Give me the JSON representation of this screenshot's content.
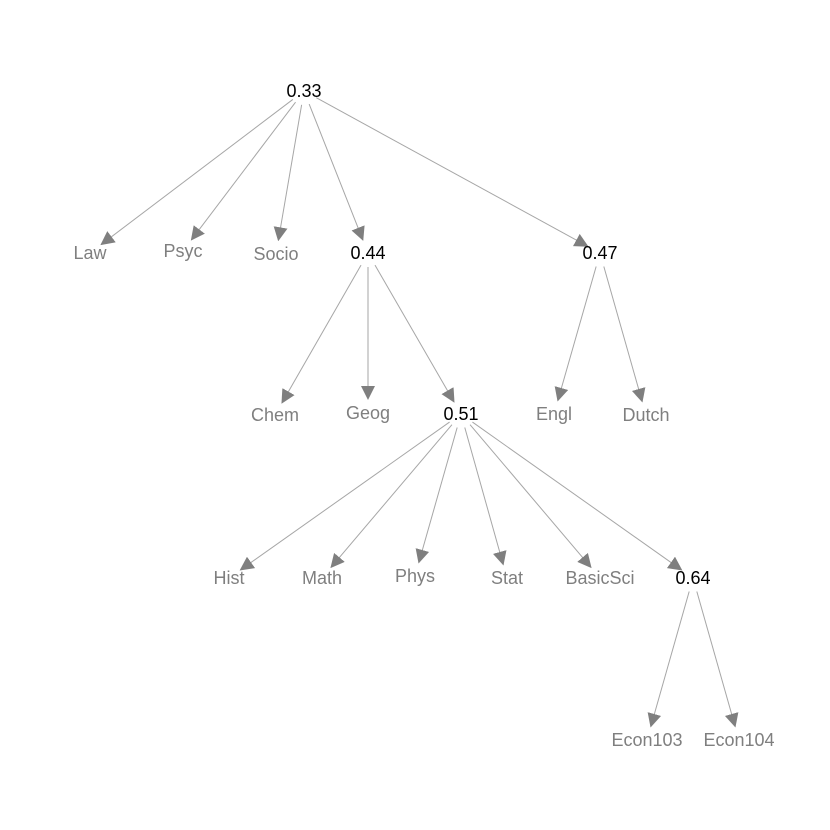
{
  "tree": {
    "edge_color": "#a6a6a6",
    "arrow_color": "#7f7f7f",
    "internal_label_color": "#000000",
    "leaf_label_color": "#7f7f7f",
    "nodes": [
      {
        "id": "n033",
        "label": "0.33",
        "kind": "internal"
      },
      {
        "id": "law",
        "label": "Law",
        "kind": "leaf"
      },
      {
        "id": "psyc",
        "label": "Psyc",
        "kind": "leaf"
      },
      {
        "id": "socio",
        "label": "Socio",
        "kind": "leaf"
      },
      {
        "id": "n044",
        "label": "0.44",
        "kind": "internal"
      },
      {
        "id": "n047",
        "label": "0.47",
        "kind": "internal"
      },
      {
        "id": "chem",
        "label": "Chem",
        "kind": "leaf"
      },
      {
        "id": "geog",
        "label": "Geog",
        "kind": "leaf"
      },
      {
        "id": "n051",
        "label": "0.51",
        "kind": "internal"
      },
      {
        "id": "engl",
        "label": "Engl",
        "kind": "leaf"
      },
      {
        "id": "dutch",
        "label": "Dutch",
        "kind": "leaf"
      },
      {
        "id": "hist",
        "label": "Hist",
        "kind": "leaf"
      },
      {
        "id": "math",
        "label": "Math",
        "kind": "leaf"
      },
      {
        "id": "phys",
        "label": "Phys",
        "kind": "leaf"
      },
      {
        "id": "stat",
        "label": "Stat",
        "kind": "leaf"
      },
      {
        "id": "basicsci",
        "label": "BasicSci",
        "kind": "leaf"
      },
      {
        "id": "n064",
        "label": "0.64",
        "kind": "internal"
      },
      {
        "id": "econ103",
        "label": "Econ103",
        "kind": "leaf"
      },
      {
        "id": "econ104",
        "label": "Econ104",
        "kind": "leaf"
      }
    ],
    "edges": [
      {
        "from": "n033",
        "to": "law"
      },
      {
        "from": "n033",
        "to": "psyc"
      },
      {
        "from": "n033",
        "to": "socio"
      },
      {
        "from": "n033",
        "to": "n044"
      },
      {
        "from": "n033",
        "to": "n047"
      },
      {
        "from": "n044",
        "to": "chem"
      },
      {
        "from": "n044",
        "to": "geog"
      },
      {
        "from": "n044",
        "to": "n051"
      },
      {
        "from": "n047",
        "to": "engl"
      },
      {
        "from": "n047",
        "to": "dutch"
      },
      {
        "from": "n051",
        "to": "hist"
      },
      {
        "from": "n051",
        "to": "math"
      },
      {
        "from": "n051",
        "to": "phys"
      },
      {
        "from": "n051",
        "to": "stat"
      },
      {
        "from": "n051",
        "to": "basicsci"
      },
      {
        "from": "n051",
        "to": "n064"
      },
      {
        "from": "n064",
        "to": "econ103"
      },
      {
        "from": "n064",
        "to": "econ104"
      }
    ]
  }
}
